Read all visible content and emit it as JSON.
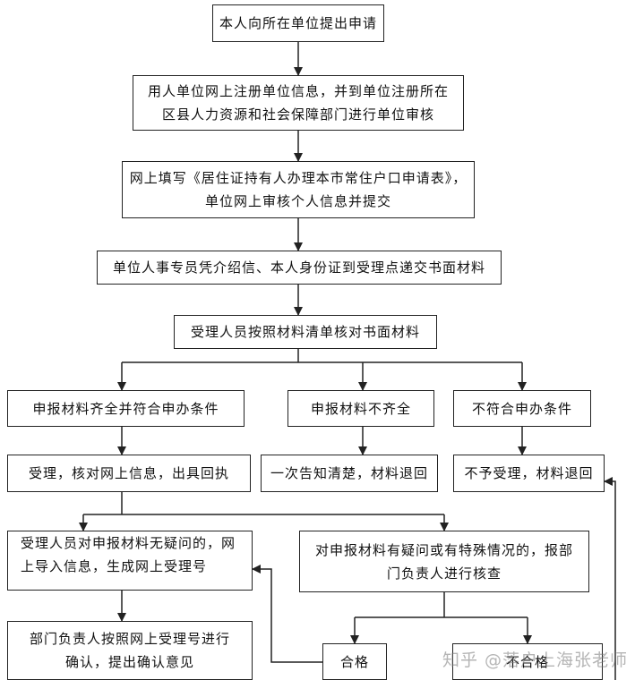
{
  "steps": {
    "s1": "本人向所在单位提出申请",
    "s2_line1": "用人单位网上注册单位信息，并到单位注册所在",
    "s2_line2": "区县人力资源和社会保障部门进行单位审核",
    "s3_line1": "网上填写《居住证持有人办理本市常住户口申请表》，",
    "s3_line2": "单位网上审核个人信息并提交",
    "s4": "单位人事专员凭介绍信、本人身份证到受理点递交书面材料",
    "s5": "受理人员按照材料清单核对书面材料",
    "b1": "申报材料齐全并符合申办条件",
    "b2": "申报材料不齐全",
    "b3": "不符合申办条件",
    "r1": "受理，核对网上信息，出具回执",
    "r2": "一次告知清楚，材料退回",
    "r3": "不予受理，材料退回",
    "c1_line1": "受理人员对申报材料无疑问的，网",
    "c1_line2": "上导入信息，生成网上受理号",
    "c2_line1": "对申报材料有疑问或有特殊情况的，报部",
    "c2_line2": "门负责人进行核查",
    "d1_line1": "部门负责人按照网上受理号进行",
    "d1_line2": "确认，提出确认意见",
    "pass": "合格",
    "fail": "不合格"
  },
  "watermark": "知乎 @落户上海张老师"
}
